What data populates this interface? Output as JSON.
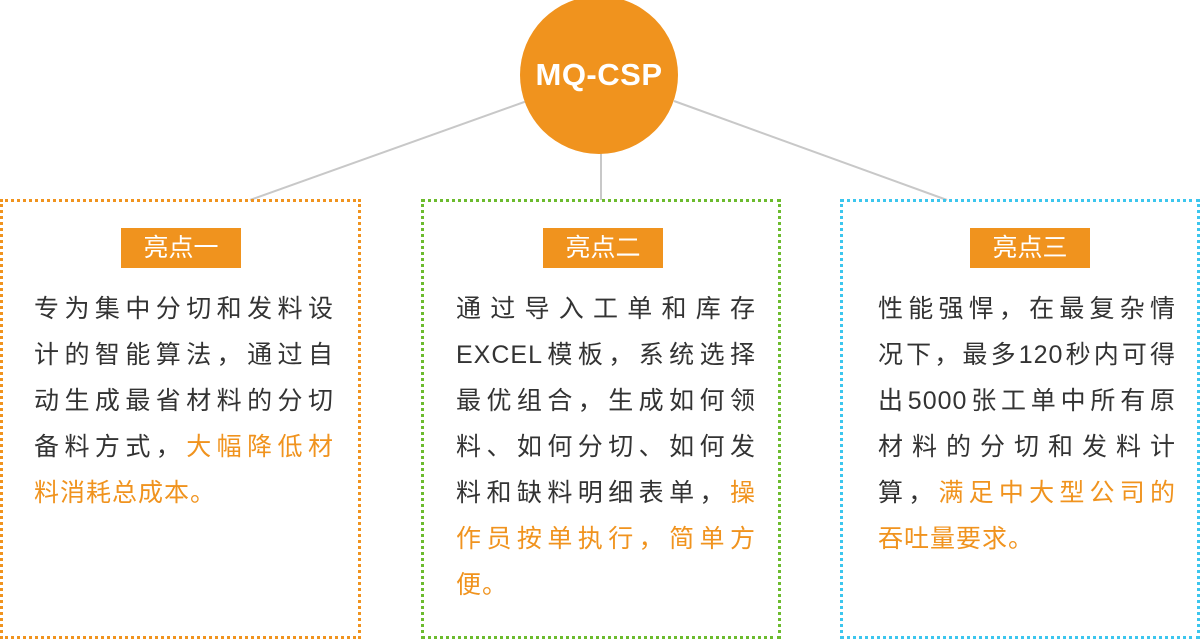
{
  "hub": {
    "label": "MQ-CSP",
    "color": "#f0931e"
  },
  "colors": {
    "highlight": "#f0931e",
    "card1_border": "#f0931e",
    "card2_border": "#6cbb2e",
    "card3_border": "#3cc6ee",
    "connector": "#c8c8c8"
  },
  "cards": [
    {
      "badge": "亮点一",
      "lines": [
        [
          {
            "t": "专为集中分切和发料设",
            "h": false
          }
        ],
        [
          {
            "t": "计的智能算法，通过自",
            "h": false
          }
        ],
        [
          {
            "t": "动生成最省材料的分切",
            "h": false
          }
        ],
        [
          {
            "t": "备料方式，",
            "h": false
          },
          {
            "t": "大幅降低材",
            "h": true
          }
        ],
        [
          {
            "t": "料消耗总成本。",
            "h": true
          }
        ]
      ]
    },
    {
      "badge": "亮点二",
      "lines": [
        [
          {
            "t": "通过导入工单和库存",
            "h": false
          }
        ],
        [
          {
            "t": "EXCEL模板，系统选择",
            "h": false
          }
        ],
        [
          {
            "t": "最优组合，生成如何领",
            "h": false
          }
        ],
        [
          {
            "t": "料、如何分切、如何发",
            "h": false
          }
        ],
        [
          {
            "t": "料和缺料明细表单，",
            "h": false
          },
          {
            "t": "操",
            "h": true
          }
        ],
        [
          {
            "t": "作员按单执行，简单方",
            "h": true
          }
        ],
        [
          {
            "t": "便。",
            "h": true
          }
        ]
      ]
    },
    {
      "badge": "亮点三",
      "lines": [
        [
          {
            "t": "性能强悍，在最复杂情",
            "h": false
          }
        ],
        [
          {
            "t": "况下，最多120秒内可得",
            "h": false
          }
        ],
        [
          {
            "t": "出5000张工单中所有原",
            "h": false
          }
        ],
        [
          {
            "t": "材料的分切和发料计",
            "h": false
          }
        ],
        [
          {
            "t": "算，",
            "h": false
          },
          {
            "t": "满足中大型公司的",
            "h": true
          }
        ],
        [
          {
            "t": "吞吐量要求。",
            "h": true
          }
        ]
      ]
    }
  ]
}
